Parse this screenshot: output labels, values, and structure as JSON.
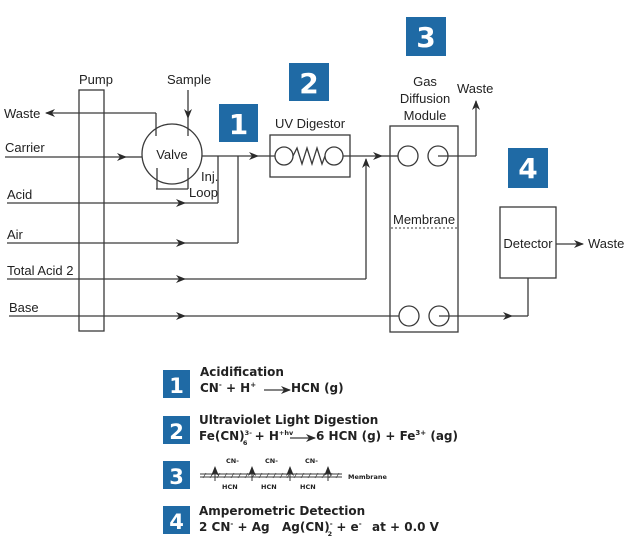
{
  "colors": {
    "badge": "#1f6aa5",
    "line": "#3a3a3a"
  },
  "steps": [
    {
      "number": "1"
    },
    {
      "number": "2"
    },
    {
      "number": "3"
    },
    {
      "number": "4"
    }
  ],
  "inputs": {
    "waste": "Waste",
    "carrier": "Carrier",
    "acid": "Acid",
    "air": "Air",
    "total_acid_2": "Total Acid 2",
    "base": "Base"
  },
  "components": {
    "pump": "Pump",
    "sample": "Sample",
    "valve": "Valve",
    "inj": "Inj.",
    "loop": "Loop",
    "uv_digestor": "UV Digestor",
    "gdm_line1": "Gas",
    "gdm_line2": "Diffusion",
    "gdm_line3": "Module",
    "gdm_waste": "Waste",
    "membrane": "Membrane",
    "detector": "Detector",
    "detector_waste": "Waste"
  },
  "legend": [
    {
      "number": "1",
      "title": "Acidification",
      "eq_a": "CN",
      "eq_a_sup": "-",
      "eq_b": " + H",
      "eq_b_sup": "+",
      "eq_c": "HCN (g)"
    },
    {
      "number": "2",
      "title": "Ultraviolet Light Digestion",
      "eq_a": "Fe(CN)",
      "eq_a_sup": "3-",
      "eq_a_sub": "6",
      "eq_b": " + H",
      "eq_b_sup": "+hv",
      "eq_c": "6 HCN (g) + Fe",
      "eq_c_sup": "3+",
      "eq_d": " (ag)"
    },
    {
      "number": "3",
      "top": [
        "CN-",
        "CN-",
        "CN-"
      ],
      "bottom": [
        "HCN",
        "HCN",
        "HCN"
      ],
      "membrane": "Membrane"
    },
    {
      "number": "4",
      "title": "Amperometric Detection",
      "eq_a": "2 CN",
      "eq_a_sup": "-",
      "eq_b": " + Ag",
      "eq_c": "Ag(CN)",
      "eq_c_sup": "-",
      "eq_c_sub": "2",
      "eq_d": " + e",
      "eq_d_sup": "-",
      "eq_e": "at + 0.0 V"
    }
  ]
}
